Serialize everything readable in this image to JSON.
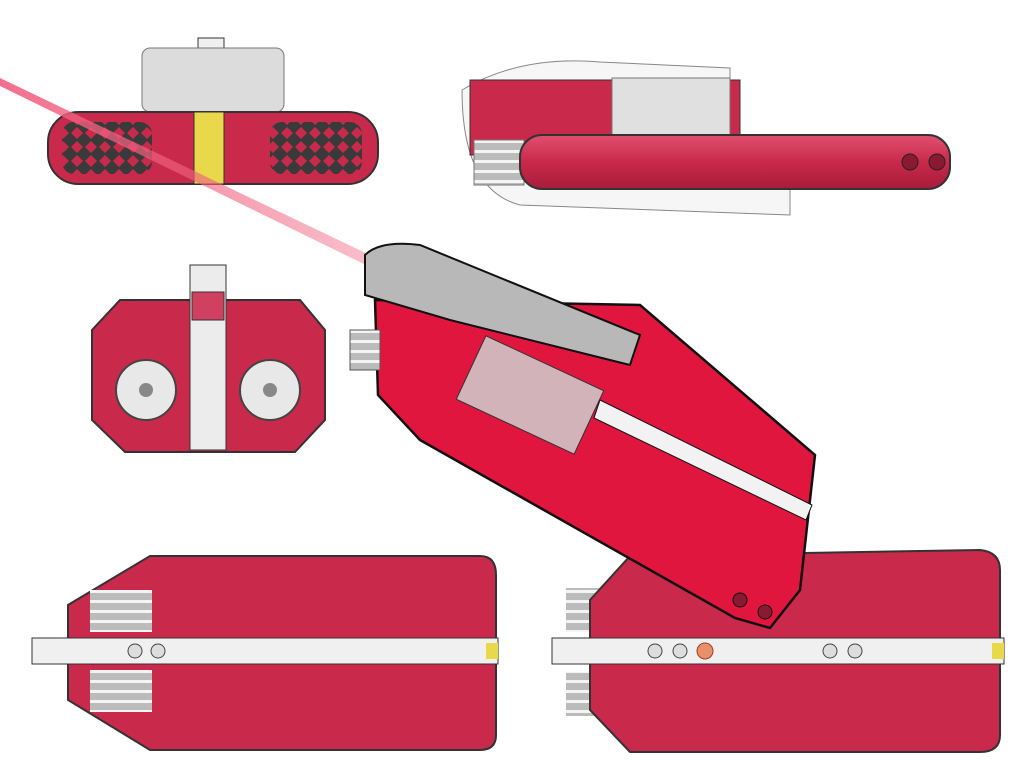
{
  "colors": {
    "background": "#ffffff",
    "hull_red": "#c9294b",
    "hull_red_bright": "#e0163e",
    "stripe_white": "#eeeeee",
    "translucent_gray": "#d8d8d8",
    "dark_panel": "#3a3a3a",
    "yellow_accent": "#e8d84a",
    "laser_pink": "#f06080",
    "outline": "#222222"
  },
  "views": [
    {
      "id": "top-left",
      "icon": "ship-rear-view"
    },
    {
      "id": "top-right",
      "icon": "ship-side-view"
    },
    {
      "id": "middle-left",
      "icon": "ship-front-view"
    },
    {
      "id": "center",
      "icon": "ship-perspective-view"
    },
    {
      "id": "bottom-left",
      "icon": "ship-top-view"
    },
    {
      "id": "bottom-right",
      "icon": "ship-bottom-view"
    }
  ]
}
